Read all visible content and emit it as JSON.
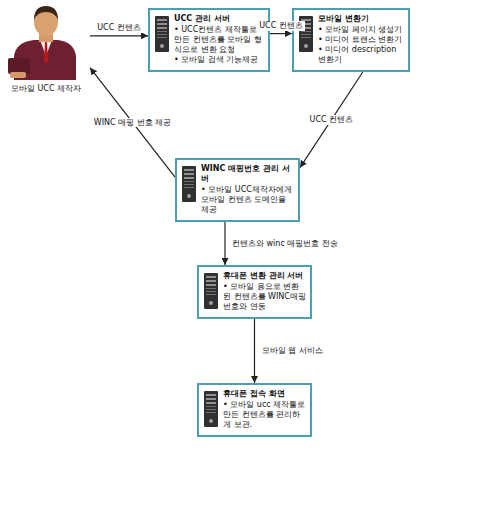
{
  "diagram": {
    "nodes": [
      {
        "text": [
          "모바일 UCC 제작자"
        ]
      },
      {
        "text": [
          "UCC 관리 서버",
          "• UCC컨텐츠 제작툴로 만든 컨텐츠를 모바일 형식으로 변환 요청",
          "• 모바일 검색 기능제공"
        ]
      },
      {
        "text": [
          "모바일 변환기",
          "• 모바일 페이지 생성기",
          "• 미디어 트랜스 변환기",
          "• 미디어 description 변환기"
        ]
      },
      {
        "text": [
          "WINC 매핑번호 관리 서버",
          "• 모바일 UCC제작자에게 모바일 컨텐츠 도메인을 제공"
        ]
      },
      {
        "text": [
          "휴대폰 변환 관리 서버",
          "• 모바일 용으로 변환된 컨텐츠를 WINC매핑 번호와 연동"
        ]
      },
      {
        "text": [
          "휴대폰 접속 화면",
          "• 모바일 ucc 제작툴로 만든 컨텐츠를 편리하게 보관."
        ]
      }
    ],
    "edges": [
      {
        "from": 0,
        "to": 1,
        "arrow": "to",
        "label": "UCC 컨텐츠"
      },
      {
        "from": 1,
        "to": 2,
        "arrow": "to",
        "label": "UCC 컨텐츠"
      },
      {
        "from": 2,
        "to": 3,
        "arrow": "to",
        "label": "UCC 컨텐츠"
      },
      {
        "from": 3,
        "to": 0,
        "arrow": "to",
        "label": "WINC 매핑 번호 제공"
      },
      {
        "from": 3,
        "to": 4,
        "arrow": "to",
        "label": "컨텐츠와 winc 매핑번호 전송"
      },
      {
        "from": 4,
        "to": 5,
        "arrow": "to",
        "label": "모바일 웹 서비스"
      }
    ]
  }
}
